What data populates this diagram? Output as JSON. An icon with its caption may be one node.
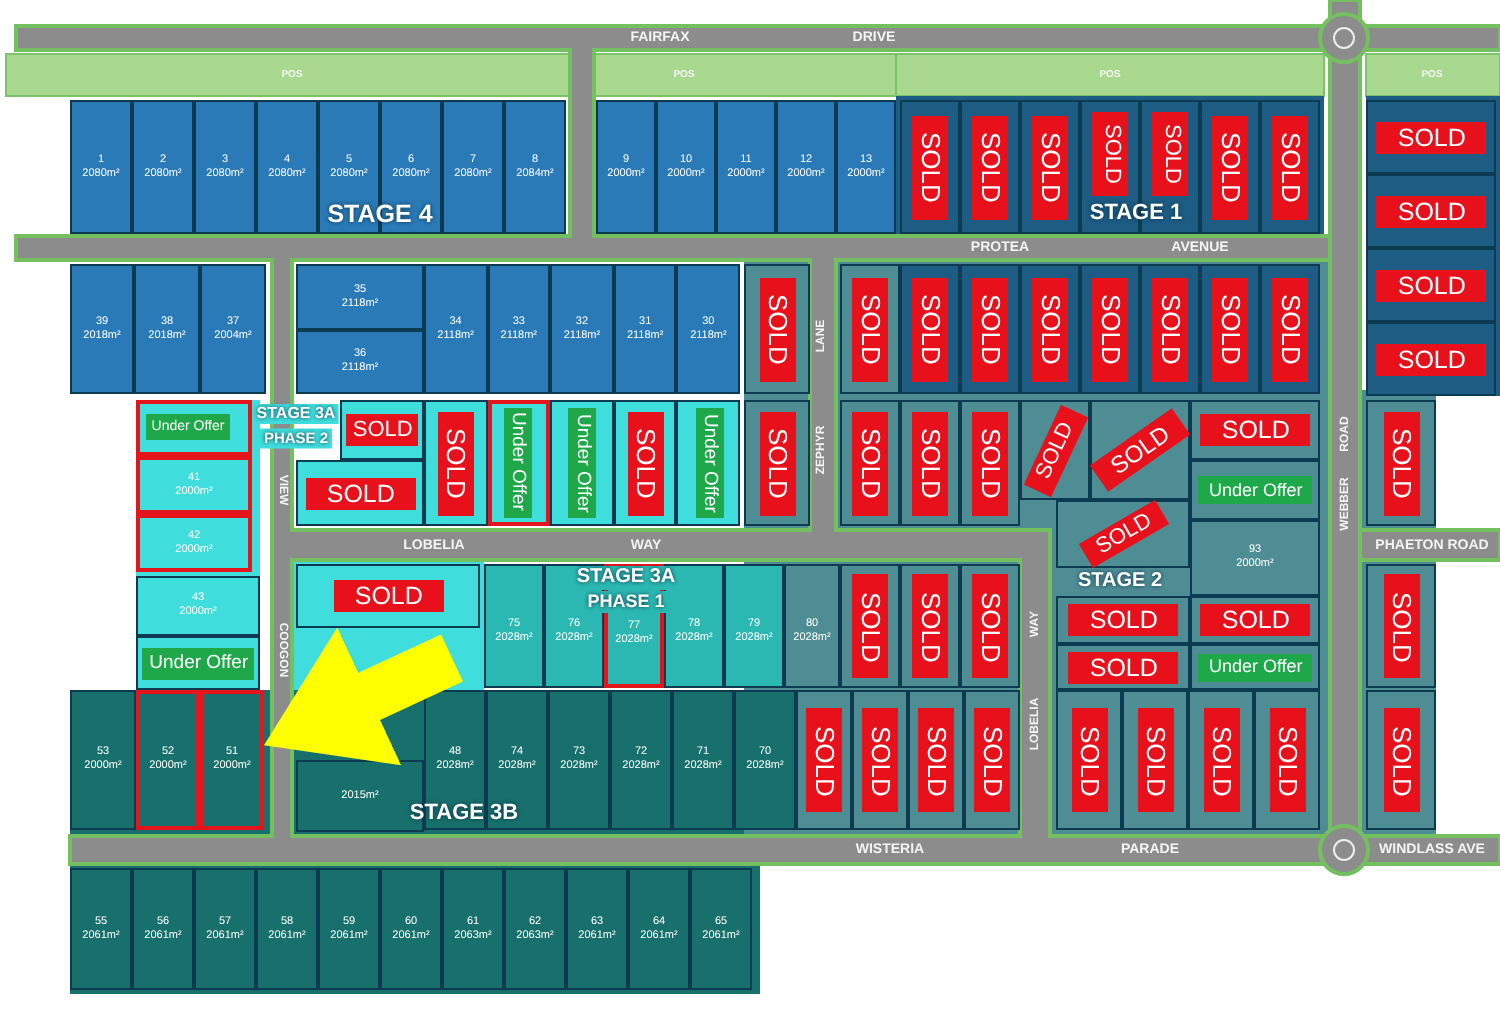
{
  "diagram": {
    "nodes": [
      {
        "text": [
          "1",
          "2080m²"
        ]
      },
      {
        "text": [
          "2",
          "2080m²"
        ]
      },
      {
        "text": [
          "3",
          "2080m²"
        ]
      },
      {
        "text": [
          "4",
          "2080m²"
        ]
      },
      {
        "text": [
          "5",
          "2080m²"
        ]
      },
      {
        "text": [
          "6",
          "2080m²"
        ]
      },
      {
        "text": [
          "7",
          "2080m²"
        ]
      },
      {
        "text": [
          "8",
          "2084m²"
        ]
      },
      {
        "text": [
          "9",
          "2000m²"
        ]
      },
      {
        "text": [
          "10",
          "2000m²"
        ]
      },
      {
        "text": [
          "11",
          "2000m²"
        ]
      },
      {
        "text": [
          "12",
          "2000m²"
        ]
      },
      {
        "text": [
          "13",
          "2000m²"
        ]
      },
      {
        "text": [
          "SOLD"
        ]
      },
      {
        "text": [
          "SOLD"
        ]
      },
      {
        "text": [
          "SOLD"
        ]
      },
      {
        "text": [
          "SOLD"
        ]
      },
      {
        "text": [
          "SOLD"
        ]
      },
      {
        "text": [
          "SOLD"
        ]
      },
      {
        "text": [
          "SOLD"
        ]
      },
      {
        "text": [
          "SOLD"
        ]
      },
      {
        "text": [
          "SOLD"
        ]
      },
      {
        "text": [
          "SOLD"
        ]
      },
      {
        "text": [
          "SOLD"
        ]
      },
      {
        "text": [
          "39",
          "2018m²"
        ]
      },
      {
        "text": [
          "38",
          "2018m²"
        ]
      },
      {
        "text": [
          "37",
          "2004m²"
        ]
      },
      {
        "text": [
          "35",
          "2118m²"
        ]
      },
      {
        "text": [
          "36",
          "2118m²"
        ]
      },
      {
        "text": [
          "34",
          "2118m²"
        ]
      },
      {
        "text": [
          "33",
          "2118m²"
        ]
      },
      {
        "text": [
          "32",
          "2118m²"
        ]
      },
      {
        "text": [
          "31",
          "2118m²"
        ]
      },
      {
        "text": [
          "30",
          "2118m²"
        ]
      },
      {
        "text": [
          "SOLD"
        ]
      },
      {
        "text": [
          "SOLD"
        ]
      },
      {
        "text": [
          "SOLD"
        ]
      },
      {
        "text": [
          "SOLD"
        ]
      },
      {
        "text": [
          "SOLD"
        ]
      },
      {
        "text": [
          "SOLD"
        ]
      },
      {
        "text": [
          "SOLD"
        ]
      },
      {
        "text": [
          "SOLD"
        ]
      },
      {
        "text": [
          "SOLD"
        ]
      },
      {
        "text": [
          "Under Offer"
        ]
      },
      {
        "text": [
          "41",
          "2000m²"
        ]
      },
      {
        "text": [
          "42",
          "2000m²"
        ]
      },
      {
        "text": [
          "SOLD"
        ]
      },
      {
        "text": [
          "SOLD"
        ]
      },
      {
        "text": [
          "SOLD"
        ]
      },
      {
        "text": [
          "Under Offer"
        ]
      },
      {
        "text": [
          "Under Offer"
        ]
      },
      {
        "text": [
          "SOLD"
        ]
      },
      {
        "text": [
          "Under Offer"
        ]
      },
      {
        "text": [
          "SOLD"
        ]
      },
      {
        "text": [
          "SOLD"
        ]
      },
      {
        "text": [
          "SOLD"
        ]
      },
      {
        "text": [
          "SOLD"
        ]
      },
      {
        "text": [
          "SOLD"
        ]
      },
      {
        "text": [
          "SOLD"
        ]
      },
      {
        "text": [
          "SOLD"
        ]
      },
      {
        "text": [
          "Under Offer"
        ]
      },
      {
        "text": [
          "SOLD"
        ]
      },
      {
        "text": [
          "93",
          "2000m²"
        ]
      },
      {
        "text": [
          "SOLD"
        ]
      },
      {
        "text": [
          "43",
          "2000m²"
        ]
      },
      {
        "text": [
          "Under Offer"
        ]
      },
      {
        "text": [
          "SOLD"
        ]
      },
      {
        "text": [
          "75",
          "2028m²"
        ]
      },
      {
        "text": [
          "76",
          "2028m²"
        ]
      },
      {
        "text": [
          "77",
          "2028m²"
        ]
      },
      {
        "text": [
          "78",
          "2028m²"
        ]
      },
      {
        "text": [
          "79",
          "2028m²"
        ]
      },
      {
        "text": [
          "80",
          "2028m²"
        ]
      },
      {
        "text": [
          "SOLD"
        ]
      },
      {
        "text": [
          "SOLD"
        ]
      },
      {
        "text": [
          "SOLD"
        ]
      },
      {
        "text": [
          "SOLD"
        ]
      },
      {
        "text": [
          "SOLD"
        ]
      },
      {
        "text": [
          "SOLD"
        ]
      },
      {
        "text": [
          "Under Offer"
        ]
      },
      {
        "text": [
          "SOLD"
        ]
      },
      {
        "text": [
          "53",
          "2000m²"
        ]
      },
      {
        "text": [
          "52",
          "2000m²"
        ]
      },
      {
        "text": [
          "51",
          "2000m²"
        ]
      },
      {
        "text": [
          "2015m²"
        ]
      },
      {
        "text": [
          "48",
          "2028m²"
        ]
      },
      {
        "text": [
          "74",
          "2028m²"
        ]
      },
      {
        "text": [
          "73",
          "2028m²"
        ]
      },
      {
        "text": [
          "72",
          "2028m²"
        ]
      },
      {
        "text": [
          "71",
          "2028m²"
        ]
      },
      {
        "text": [
          "70",
          "2028m²"
        ]
      },
      {
        "text": [
          "SOLD"
        ]
      },
      {
        "text": [
          "SOLD"
        ]
      },
      {
        "text": [
          "SOLD"
        ]
      },
      {
        "text": [
          "SOLD"
        ]
      },
      {
        "text": [
          "SOLD"
        ]
      },
      {
        "text": [
          "SOLD"
        ]
      },
      {
        "text": [
          "SOLD"
        ]
      },
      {
        "text": [
          "SOLD"
        ]
      },
      {
        "text": [
          "SOLD"
        ]
      },
      {
        "text": [
          "55",
          "2061m²"
        ]
      },
      {
        "text": [
          "56",
          "2061m²"
        ]
      },
      {
        "text": [
          "57",
          "2061m²"
        ]
      },
      {
        "text": [
          "58",
          "2061m²"
        ]
      },
      {
        "text": [
          "59",
          "2061m²"
        ]
      },
      {
        "text": [
          "60",
          "2061m²"
        ]
      },
      {
        "text": [
          "61",
          "2063m²"
        ]
      },
      {
        "text": [
          "62",
          "2063m²"
        ]
      },
      {
        "text": [
          "63",
          "2061m²"
        ]
      },
      {
        "text": [
          "64",
          "2061m²"
        ]
      },
      {
        "text": [
          "65",
          "2061m²"
        ]
      }
    ],
    "edges": [
      {
        "from": null,
        "to": 83,
        "arrow": "to",
        "color": "#ffff00"
      }
    ],
    "labels": [
      "FAIRFAX",
      "DRIVE",
      "POS",
      "POS",
      "POS",
      "POS",
      "STAGE 4",
      "STAGE 1",
      "PROTEA",
      "AVENUE",
      "LANE",
      "ZEPHYR",
      "STAGE 3A",
      "PHASE 2",
      "VIEW",
      "LOBELIA",
      "WAY",
      "ROAD",
      "WEBBER",
      "PHAETON ROAD",
      "STAGE 3A",
      "PHASE 1",
      "STAGE 2",
      "COOGON",
      "WAY",
      "LOBELIA",
      "STAGE 3B",
      "WISTERIA",
      "PARADE",
      "WINDLASS AVE"
    ]
  }
}
